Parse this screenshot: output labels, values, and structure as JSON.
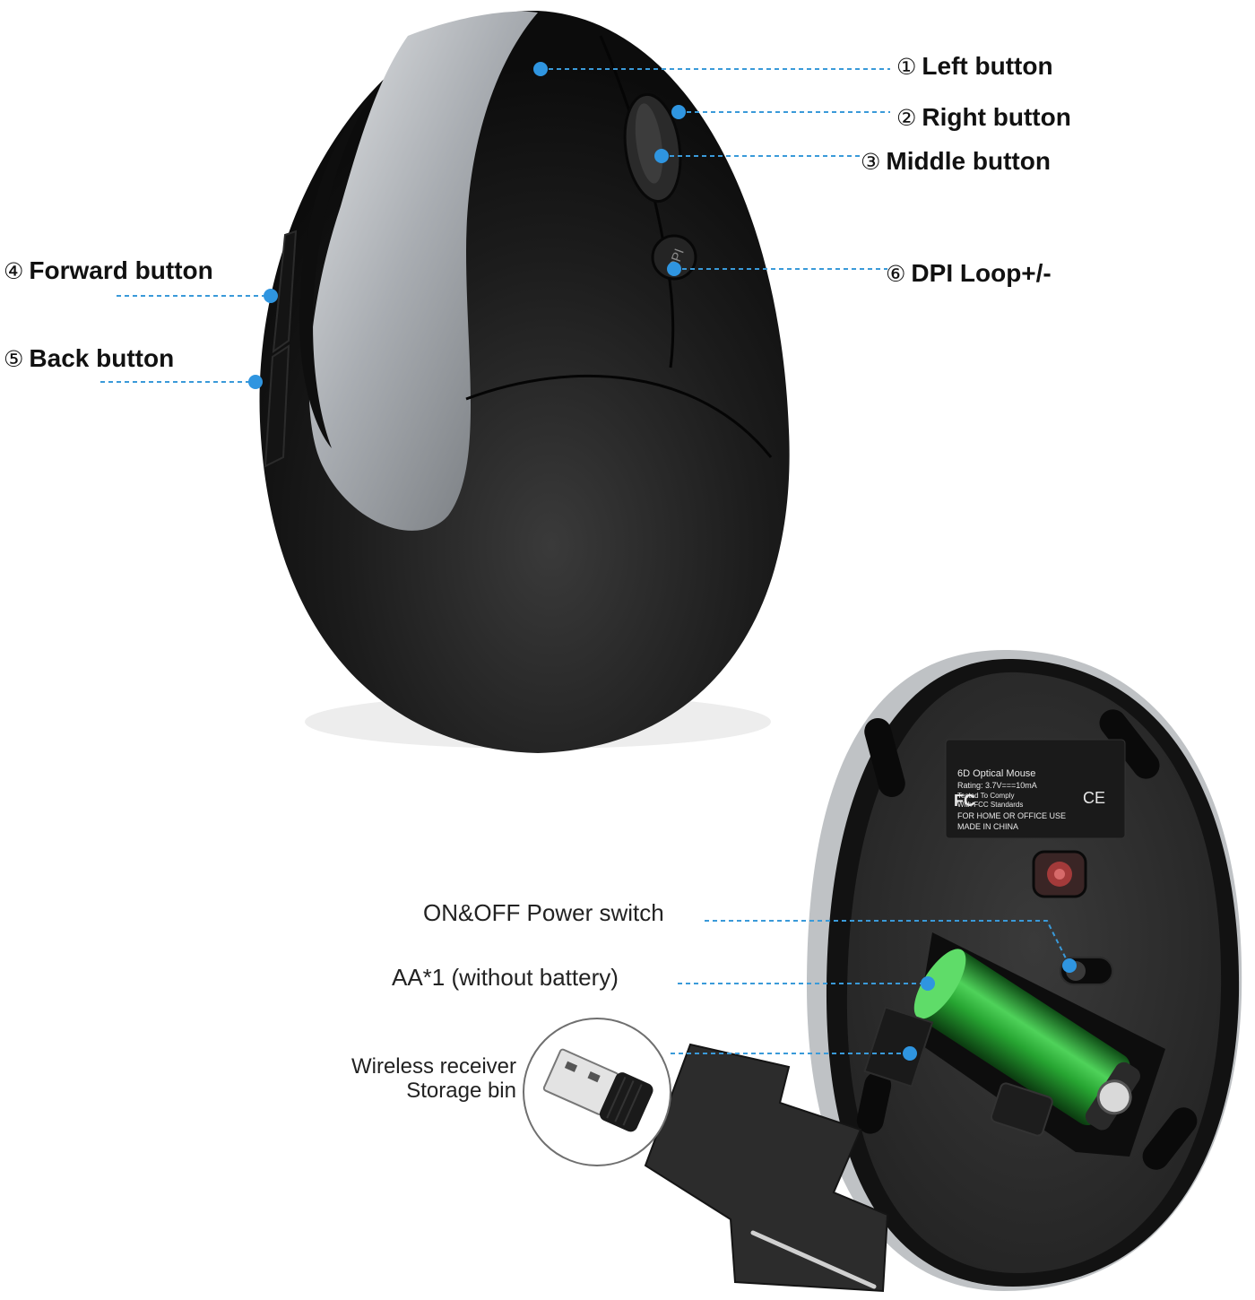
{
  "callouts": {
    "left_button": {
      "num": "①",
      "text": "Left button"
    },
    "right_button": {
      "num": "②",
      "text": "Right button"
    },
    "middle_button": {
      "num": "③",
      "text": "Middle button"
    },
    "forward_button": {
      "num": "④",
      "text": "Forward button"
    },
    "back_button": {
      "num": "⑤",
      "text": "Back button"
    },
    "dpi_loop": {
      "num": "⑥",
      "text": "DPI Loop+/-"
    },
    "power_switch": {
      "text": "ON&OFF Power switch"
    },
    "battery": {
      "text": "AA*1 (without battery)"
    },
    "receiver_line1": {
      "text": "Wireless receiver"
    },
    "receiver_line2": {
      "text": "Storage bin"
    }
  },
  "dpi_button_label": "DPI",
  "sticker": {
    "title": "6D Optical Mouse",
    "rating": "Rating: 3.7V===10mA",
    "line3": "Tested To Comply",
    "line4": "With FCC Standards",
    "line5": "FOR HOME OR OFFICE USE",
    "line6": "MADE IN CHINA",
    "fcc_mark": "FC",
    "ce_mark": "CE"
  },
  "colors": {
    "leader": "#3a9ad9",
    "dot": "#2f95e0",
    "body": "#1c1c1c",
    "silver": "#b9bdc2",
    "battery": "#2fae3a"
  }
}
